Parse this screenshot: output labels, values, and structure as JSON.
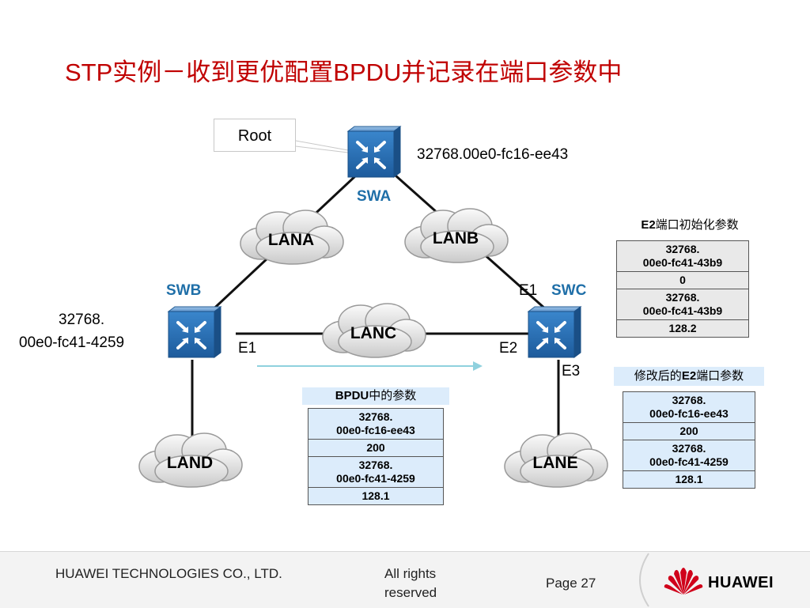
{
  "title": "STP实例－收到更优配置BPDU并记录在端口参数中",
  "root_label": "Root",
  "swa": {
    "name": "SWA",
    "id": "32768.00e0-fc16-ee43"
  },
  "swb": {
    "name": "SWB",
    "id_line1": "32768.",
    "id_line2": "00e0-fc41-4259"
  },
  "swc": {
    "name": "SWC"
  },
  "lans": {
    "a": "LANA",
    "b": "LANB",
    "c": "LANC",
    "d": "LAND",
    "e": "LANE"
  },
  "ports": {
    "swb_e1": "E1",
    "swc_e1": "E1",
    "swc_e2": "E2",
    "swc_e3": "E3"
  },
  "bpdu_table": {
    "caption_bold": "BPDU",
    "caption_rest": "中的参数",
    "rows": [
      "32768.\n00e0-fc16-ee43",
      "200",
      "32768.\n00e0-fc41-4259",
      "128.1"
    ]
  },
  "e2_init_table": {
    "caption_bold": "E2",
    "caption_rest": "端口初始化参数",
    "rows": [
      "32768.\n00e0-fc41-43b9",
      "0",
      "32768.\n00e0-fc41-43b9",
      "128.2"
    ]
  },
  "e2_mod_table": {
    "caption_pre": "修改后的",
    "caption_bold": "E2",
    "caption_rest": "端口参数",
    "rows": [
      "32768.\n00e0-fc16-ee43",
      "200",
      "32768.\n00e0-fc41-4259",
      "128.1"
    ]
  },
  "footer": {
    "company": "HUAWEI TECHNOLOGIES CO., LTD.",
    "rights": "All rights reserved",
    "page": "Page 27",
    "brand": "HUAWEI"
  },
  "colors": {
    "title": "#c00000",
    "switch_label": "#1f6fa8",
    "switch_face": "#2f72b6",
    "huawei_red": "#d0021b"
  }
}
